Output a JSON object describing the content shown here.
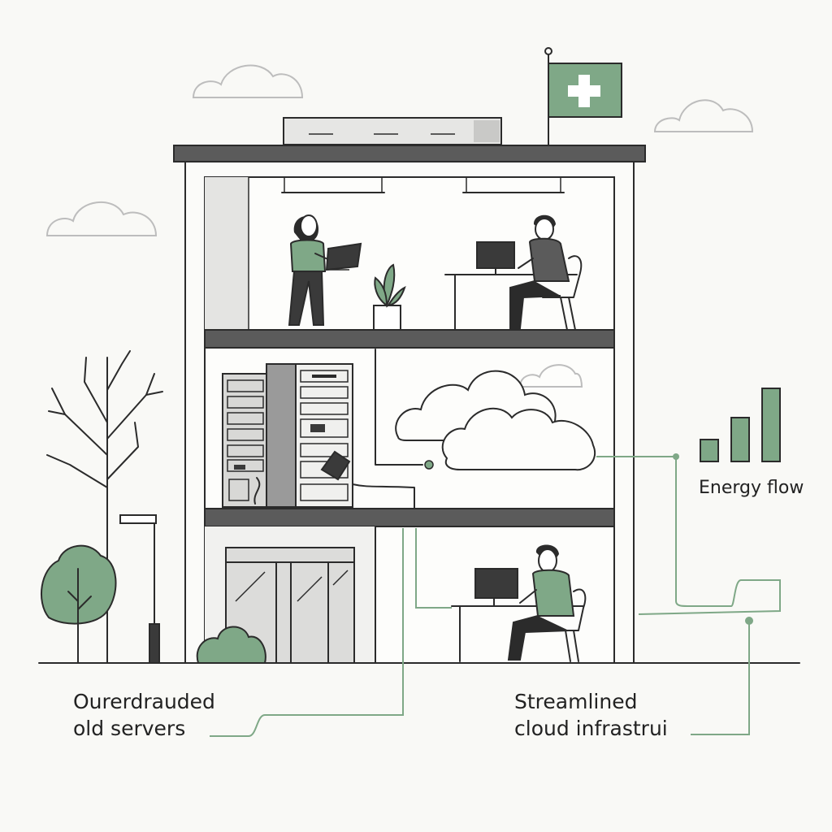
{
  "labels": {
    "old_servers": "Ourerdrauded\nold servers",
    "cloud": "Streamlined\ncloud infrastrui",
    "energy": "Energy flow"
  },
  "energy_bars": [
    0.3,
    0.6,
    1.0
  ],
  "colors": {
    "background": "#f9f9f6",
    "ink": "#2b2b2b",
    "accent_green": "#7fa887",
    "grey_panel": "#9a9a9a",
    "slab": "#5b5b5b",
    "cloud_grey": "#bdbdbd"
  },
  "icons": {
    "flag": "plus-cross-flag",
    "cloud": "cloud-icon",
    "server": "server-rack-icon"
  }
}
